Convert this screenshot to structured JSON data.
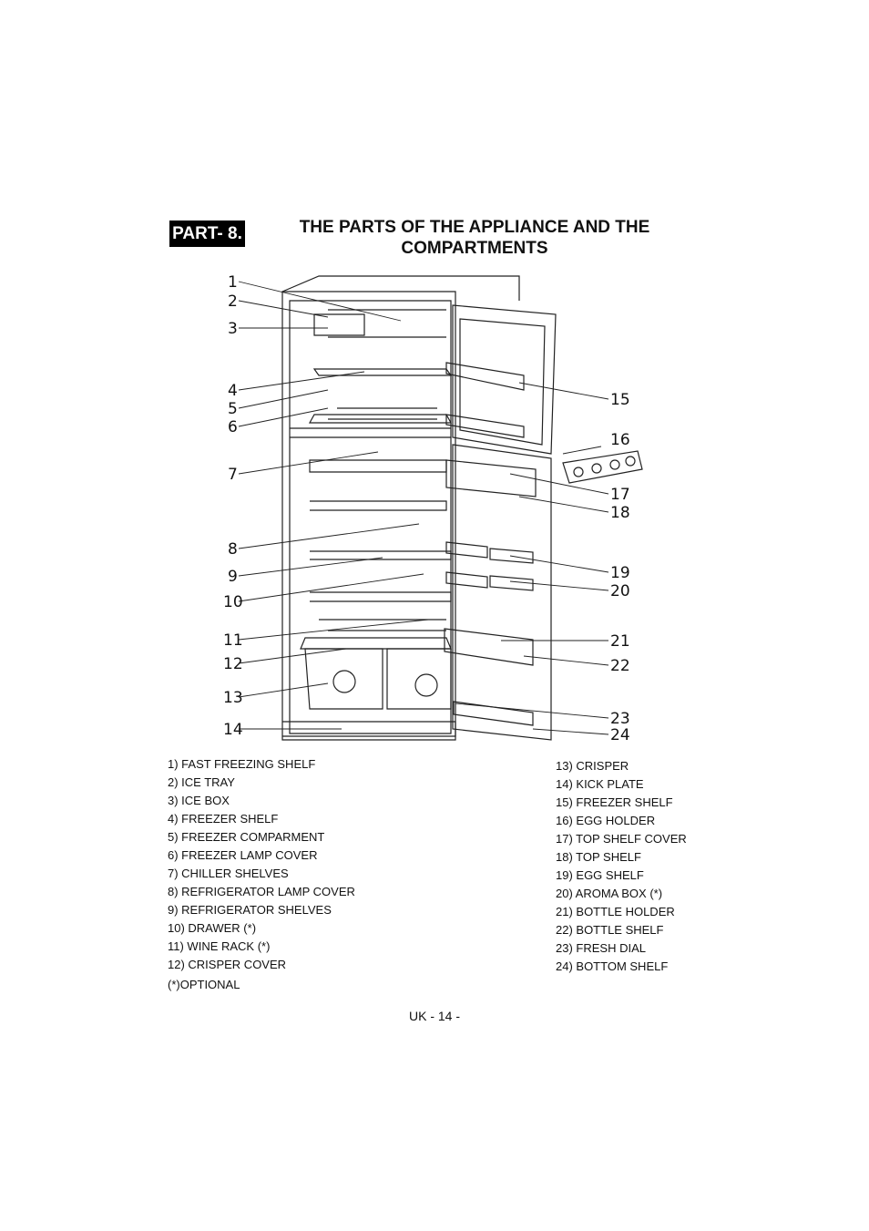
{
  "header": {
    "part_label": "PART- 8.",
    "title_line1": "THE PARTS OF THE APPLIANCE AND THE",
    "title_line2": "COMPARTMENTS"
  },
  "diagram": {
    "callouts_left": [
      "1",
      "2",
      "3",
      "4",
      "5",
      "6",
      "7",
      "8",
      "9",
      "10",
      "11",
      "12",
      "13",
      "14"
    ],
    "callouts_right": [
      "15",
      "16",
      "17",
      "18",
      "19",
      "20",
      "21",
      "22",
      "23",
      "24"
    ]
  },
  "parts_left": [
    "1) FAST FREEZING SHELF",
    "2) ICE TRAY",
    "3) ICE BOX",
    "4) FREEZER SHELF",
    "5) FREEZER COMPARMENT",
    "6) FREEZER LAMP COVER",
    "7) CHILLER SHELVES",
    "8) REFRIGERATOR LAMP COVER",
    "9) REFRIGERATOR SHELVES",
    "10) DRAWER (*)",
    "11) WINE RACK (*)",
    "12) CRISPER COVER"
  ],
  "parts_right": [
    "13) CRISPER",
    "14) KICK PLATE",
    "15) FREEZER SHELF",
    "16) EGG HOLDER",
    "17) TOP SHELF COVER",
    "18) TOP SHELF",
    "19) EGG SHELF",
    "20) AROMA BOX (*)",
    "21) BOTTLE HOLDER",
    "22) BOTTLE SHELF",
    "23) FRESH DIAL",
    "24) BOTTOM SHELF"
  ],
  "footnote": "(*)OPTIONAL",
  "page_number": "UK - 14 -"
}
